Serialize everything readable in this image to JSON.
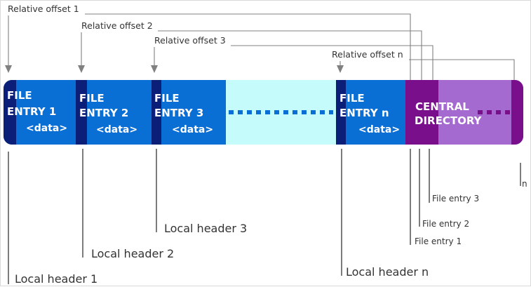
{
  "colors": {
    "entry_blue": "#0a6fd4",
    "header_navy": "#0c1f78",
    "gap_cyan": "#c6fbfb",
    "central_purple": "#7a0f8c",
    "central_light": "#a46ad0",
    "line_gray": "#808080"
  },
  "offsets": [
    {
      "label": "Relative offset 1"
    },
    {
      "label": "Relative offset 2"
    },
    {
      "label": "Relative offset 3"
    },
    {
      "label": "Relative offset n"
    }
  ],
  "entries": [
    {
      "line1": "FILE",
      "line2": "ENTRY 1",
      "data": "<data>"
    },
    {
      "line1": "FILE",
      "line2": "ENTRY 2",
      "data": "<data>"
    },
    {
      "line1": "FILE",
      "line2": "ENTRY 3",
      "data": "<data>"
    },
    {
      "line1": "FILE",
      "line2": "ENTRY n",
      "data": "<data>"
    }
  ],
  "central": {
    "line1": "CENTRAL",
    "line2": "DIRECTORY"
  },
  "local_headers": [
    {
      "label": "Local header 1"
    },
    {
      "label": "Local header 2"
    },
    {
      "label": "Local header 3"
    },
    {
      "label": "Local header n"
    }
  ],
  "file_entries": [
    {
      "label": "File entry 1"
    },
    {
      "label": "File entry 2"
    },
    {
      "label": "File entry 3"
    }
  ],
  "n_label": "n"
}
